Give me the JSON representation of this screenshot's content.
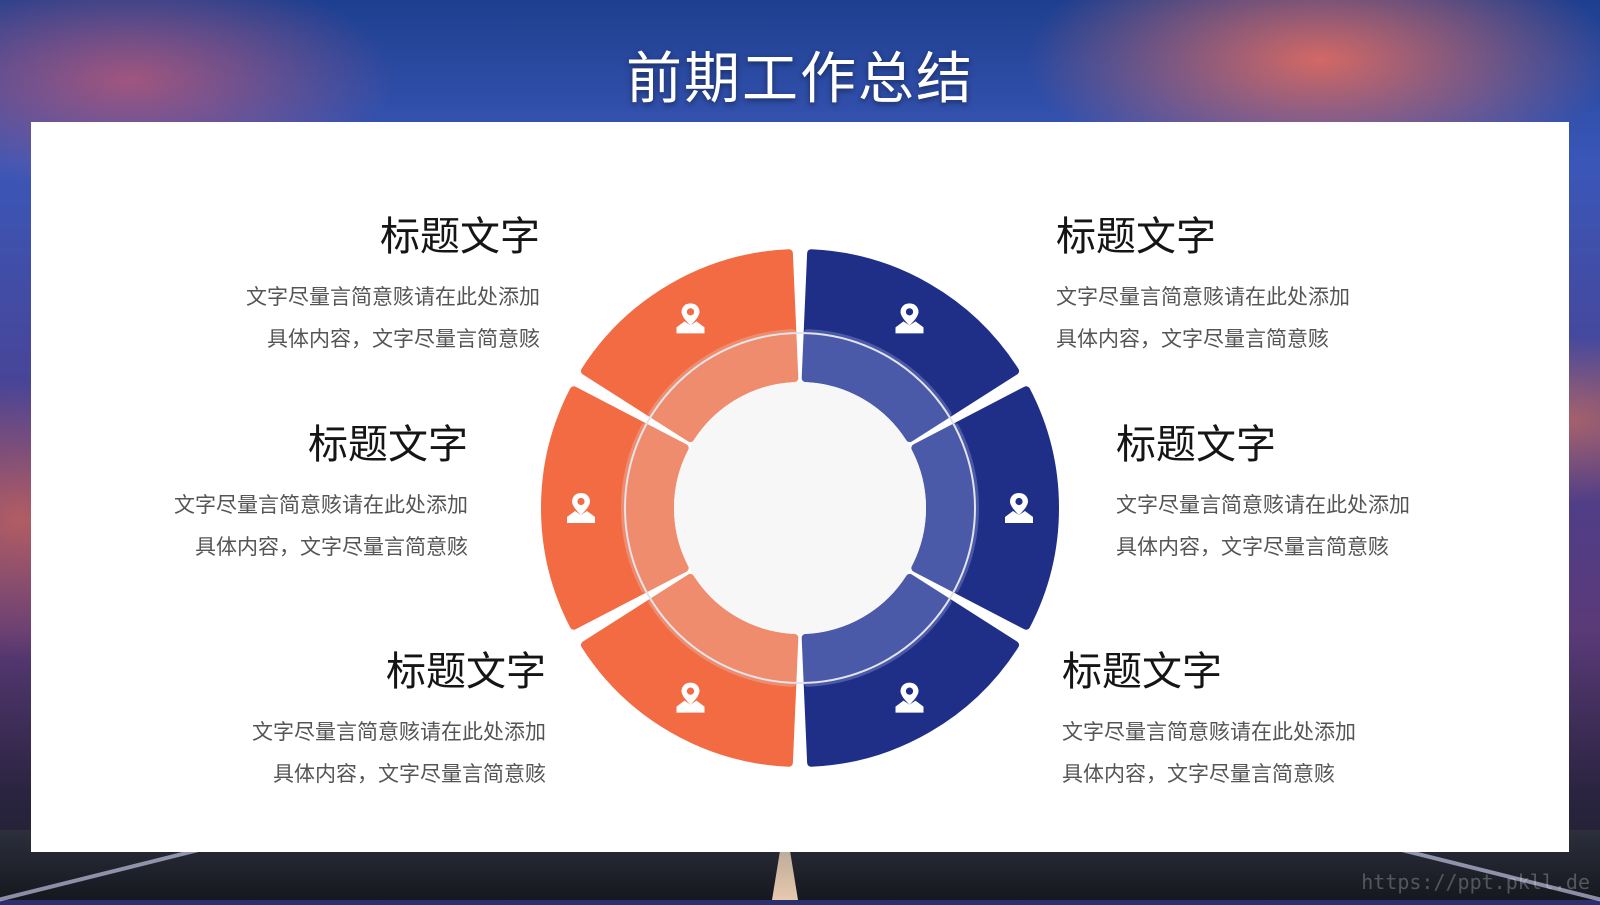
{
  "page": {
    "title": "前期工作总结",
    "watermark": "https://ppt.pkll.de"
  },
  "colors": {
    "orange": "#F26B43",
    "orange_light": "#F08C6E",
    "navy": "#1F2F87",
    "navy_light": "#4A5AA8",
    "center": "#F7F7F8"
  },
  "items": [
    {
      "title": "标题文字",
      "line1": "文字尽量言简意赅请在此处添加",
      "line2": "具体内容，文字尽量言简意赅"
    },
    {
      "title": "标题文字",
      "line1": "文字尽量言简意赅请在此处添加",
      "line2": "具体内容，文字尽量言简意赅"
    },
    {
      "title": "标题文字",
      "line1": "文字尽量言简意赅请在此处添加",
      "line2": "具体内容，文字尽量言简意赅"
    },
    {
      "title": "标题文字",
      "line1": "文字尽量言简意赅请在此处添加",
      "line2": "具体内容，文字尽量言简意赅"
    },
    {
      "title": "标题文字",
      "line1": "文字尽量言简意赅请在此处添加",
      "line2": "具体内容，文字尽量言简意赅"
    },
    {
      "title": "标题文字",
      "line1": "文字尽量言简意赅请在此处添加",
      "line2": "具体内容，文字尽量言简意赅"
    }
  ],
  "segments": [
    {
      "color": "orange",
      "icon": "map-pin-icon"
    },
    {
      "color": "navy",
      "icon": "map-pin-icon"
    },
    {
      "color": "orange",
      "icon": "map-pin-icon"
    },
    {
      "color": "navy",
      "icon": "map-pin-icon"
    },
    {
      "color": "orange",
      "icon": "map-pin-icon"
    },
    {
      "color": "navy",
      "icon": "map-pin-icon"
    }
  ]
}
